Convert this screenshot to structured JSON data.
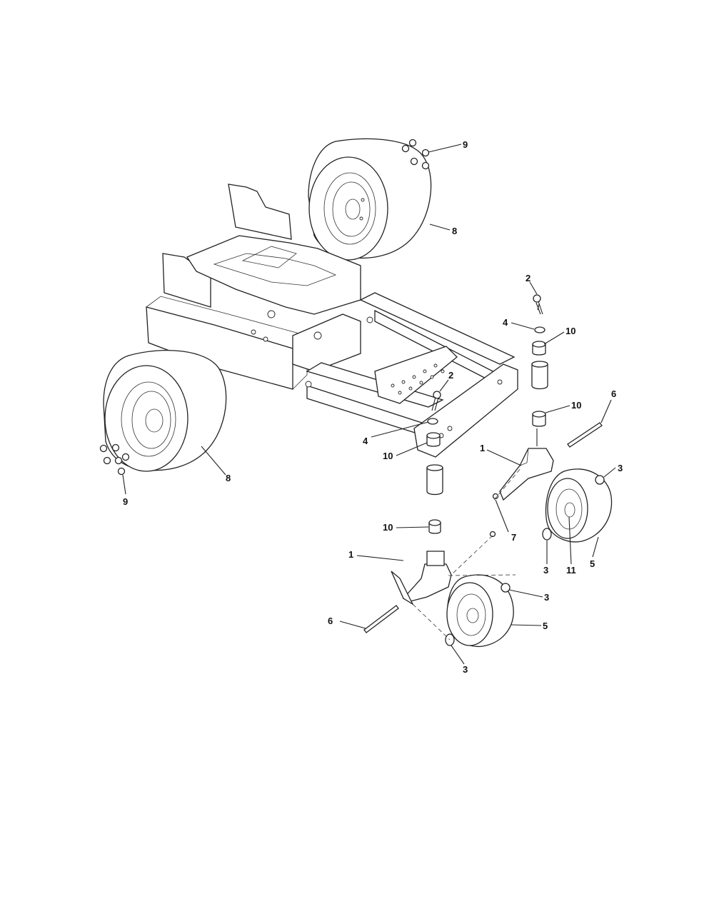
{
  "callouts": [
    {
      "id": "c9-top",
      "label": "9"
    },
    {
      "id": "c8-top",
      "label": "8"
    },
    {
      "id": "c2-top",
      "label": "2"
    },
    {
      "id": "c4-top",
      "label": "4"
    },
    {
      "id": "c10-top",
      "label": "10"
    },
    {
      "id": "c2-mid",
      "label": "2"
    },
    {
      "id": "c10-right",
      "label": "10"
    },
    {
      "id": "c6-right",
      "label": "6"
    },
    {
      "id": "c4-mid",
      "label": "4"
    },
    {
      "id": "c10-mid",
      "label": "10"
    },
    {
      "id": "c1-right",
      "label": "1"
    },
    {
      "id": "c3-right-top",
      "label": "3"
    },
    {
      "id": "c8-left",
      "label": "8"
    },
    {
      "id": "c9-left",
      "label": "9"
    },
    {
      "id": "c10-low",
      "label": "10"
    },
    {
      "id": "c7",
      "label": "7"
    },
    {
      "id": "c3-right-low",
      "label": "3"
    },
    {
      "id": "c11",
      "label": "11"
    },
    {
      "id": "c5-right",
      "label": "5"
    },
    {
      "id": "c1-low",
      "label": "1"
    },
    {
      "id": "c3-mid",
      "label": "3"
    },
    {
      "id": "c6-low",
      "label": "6"
    },
    {
      "id": "c5-low",
      "label": "5"
    },
    {
      "id": "c3-low",
      "label": "3"
    }
  ]
}
